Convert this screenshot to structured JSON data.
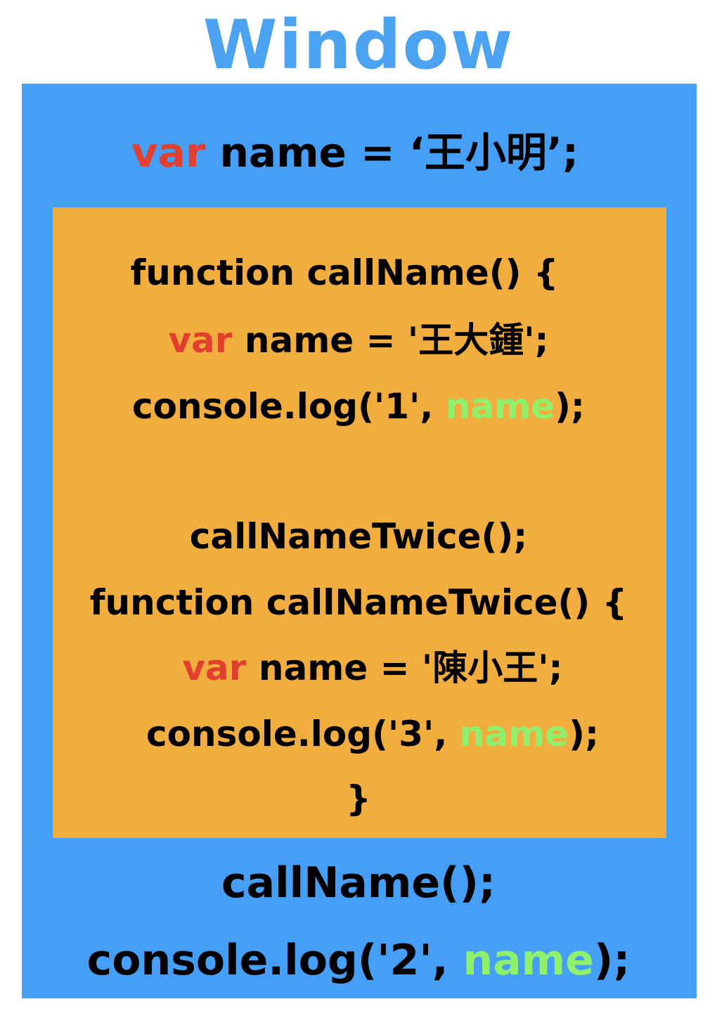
{
  "title": "Window",
  "colors": {
    "title": "#4aa2f0",
    "outer_scope": "#459ff6",
    "inner_scope": "#f1ad3d",
    "keyword": "#e0402d",
    "identifier": "#8ff06c",
    "text": "#000000"
  },
  "code": {
    "global_decl": {
      "kw": "var",
      "rest": " name = ‘王小明’;"
    },
    "fn_open": "function callName() {",
    "local_decl": {
      "kw": "var",
      "rest": " name = '王大鍾';"
    },
    "log1": {
      "pre": "console.log('1', ",
      "id": "name",
      "post": ");"
    },
    "call_twice": "callNameTwice();",
    "fn2_open": "function callNameTwice() {",
    "local_decl2": {
      "kw": "var",
      "rest": " name = '陳小王';"
    },
    "log3": {
      "pre": "console.log('3', ",
      "id": "name",
      "post": ");"
    },
    "close": "}",
    "call_name": "callName();",
    "log2": {
      "pre": "console.log('2', ",
      "id": "name",
      "post": ");"
    }
  }
}
